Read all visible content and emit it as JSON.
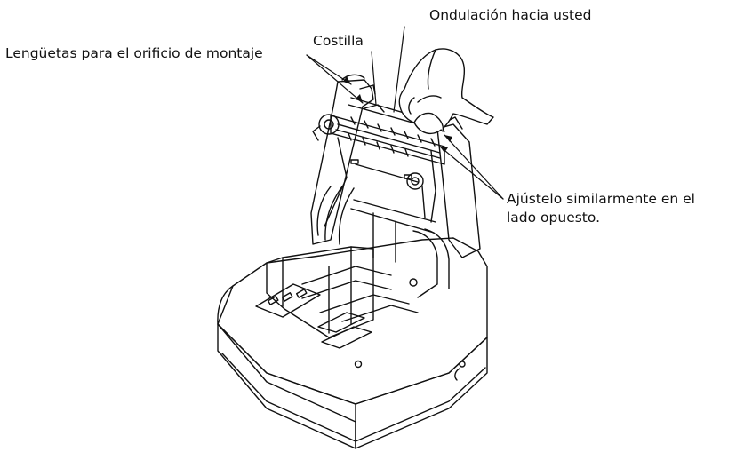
{
  "labels": {
    "mounting_tabs": "Lengüetas para el orificio de montaje",
    "rib": "Costilla",
    "curl_toward_you": "Ondulación hacia usted",
    "opposite_side_line1": "Ajústelo similarmente en el",
    "opposite_side_line2": "lado opuesto."
  },
  "colors": {
    "line": "#111111",
    "background": "#ffffff"
  }
}
